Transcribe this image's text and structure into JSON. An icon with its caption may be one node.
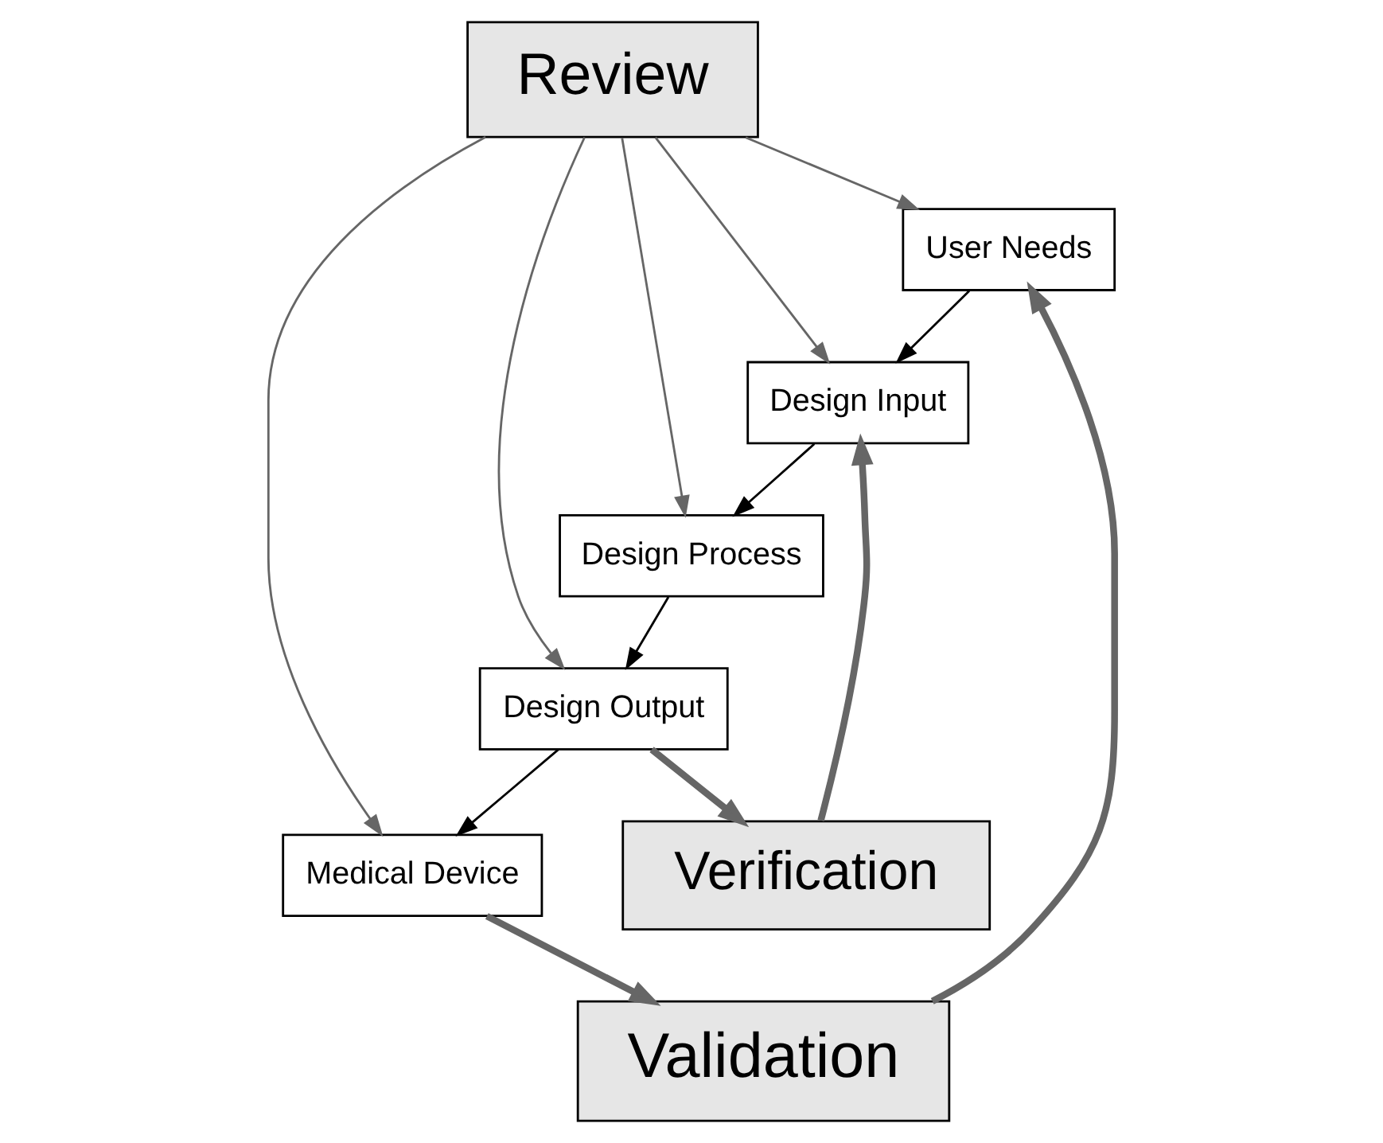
{
  "diagram": {
    "nodes": [
      {
        "text": [
          "User Needs"
        ]
      },
      {
        "text": [
          "Design Input"
        ]
      },
      {
        "text": [
          "Design Process"
        ]
      },
      {
        "text": [
          "Design Output"
        ]
      },
      {
        "text": [
          "Medical Device"
        ]
      },
      {
        "text": [
          "Verification"
        ]
      },
      {
        "text": [
          "Validation"
        ]
      },
      {
        "text": [
          "Review"
        ]
      }
    ],
    "edges": [
      {
        "from": 7,
        "to": 0,
        "arrow": "to"
      },
      {
        "from": 7,
        "to": 1,
        "arrow": "to"
      },
      {
        "from": 7,
        "to": 2,
        "arrow": "to"
      },
      {
        "from": 7,
        "to": 3,
        "arrow": "to"
      },
      {
        "from": 7,
        "to": 4,
        "arrow": "to"
      },
      {
        "from": 0,
        "to": 1,
        "arrow": "to",
        "color": "#000000"
      },
      {
        "from": 1,
        "to": 2,
        "arrow": "to",
        "color": "#000000"
      },
      {
        "from": 2,
        "to": 3,
        "arrow": "to",
        "color": "#000000"
      },
      {
        "from": 3,
        "to": 4,
        "arrow": "to",
        "color": "#000000"
      },
      {
        "from": 3,
        "to": 5,
        "arrow": "to",
        "style": "thick"
      },
      {
        "from": 5,
        "to": 1,
        "arrow": "to",
        "style": "thick"
      },
      {
        "from": 4,
        "to": 6,
        "arrow": "to",
        "style": "thick"
      },
      {
        "from": 6,
        "to": 0,
        "arrow": "to",
        "style": "thick"
      }
    ]
  }
}
